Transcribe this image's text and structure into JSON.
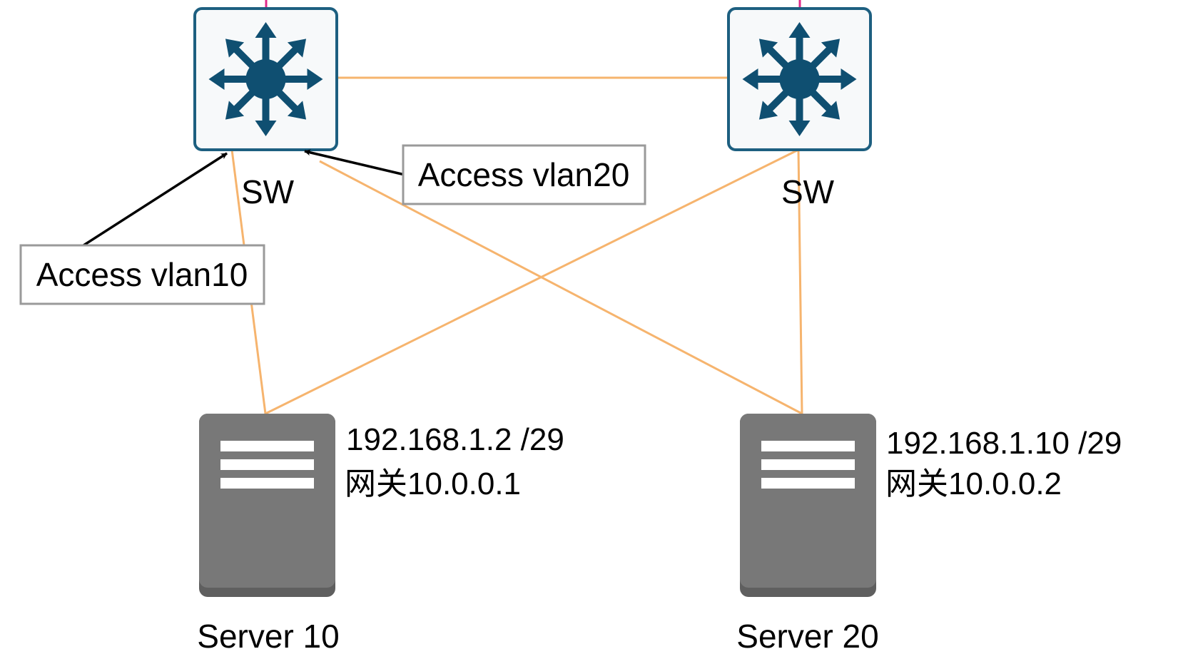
{
  "colors": {
    "link": "#f6b46e",
    "uplink": "#e0298a",
    "switch_border": "#1d5f80",
    "switch_icon": "#0f4f71",
    "switch_fill": "#f7f9fa",
    "server_body": "#787878",
    "server_base": "#5f5f5f",
    "annotation_border": "#9a9a9a",
    "annotation_arrow": "#000000",
    "text": "#000000"
  },
  "switches": {
    "left": {
      "label": "SW",
      "icon": "layer3-switch-icon"
    },
    "right": {
      "label": "SW",
      "icon": "layer3-switch-icon"
    }
  },
  "servers": {
    "left": {
      "label": "Server 10",
      "ip": "192.168.1.2 /29",
      "gateway": "网关10.0.0.1",
      "icon": "server-icon"
    },
    "right": {
      "label": "Server 20",
      "ip": "192.168.1.10 /29",
      "gateway": "网关10.0.0.2",
      "icon": "server-icon"
    }
  },
  "annotations": {
    "vlan10": "Access vlan10",
    "vlan20": "Access vlan20"
  }
}
